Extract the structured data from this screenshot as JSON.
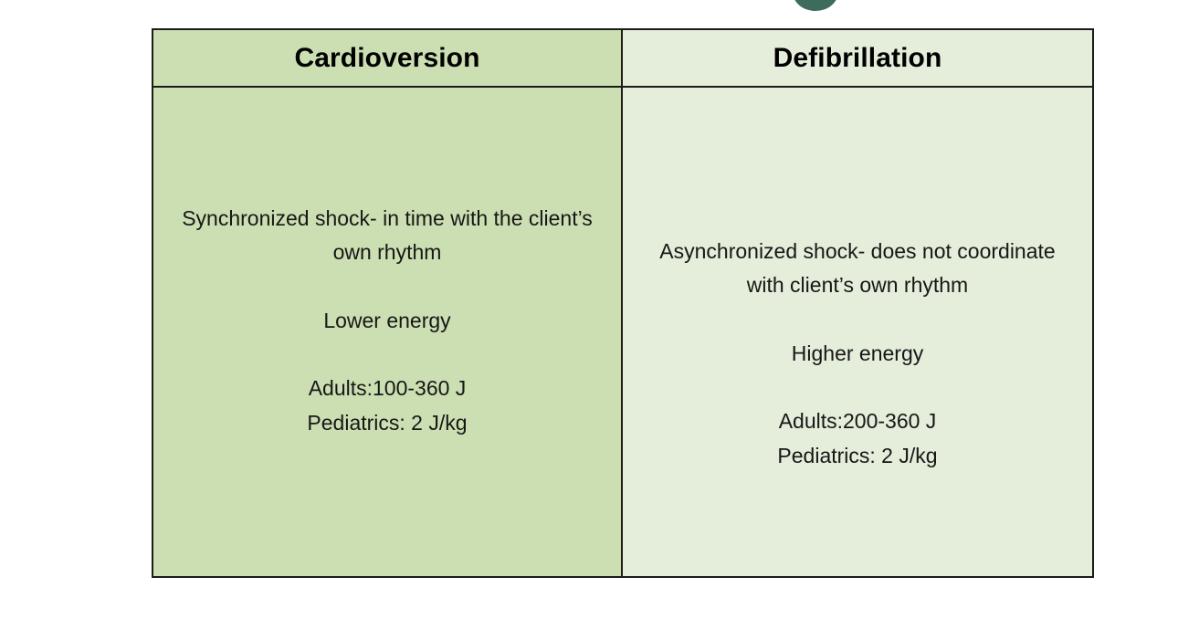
{
  "colors": {
    "cardioversion_fill": "#cbdfb2",
    "defibrillation_fill": "#e4eeda",
    "border": "#1c1c17",
    "text": "#171717",
    "arc_accent": "#3d6b5c",
    "page_background": "#ffffff"
  },
  "table": {
    "columns": [
      {
        "header": "Cardioversion",
        "lines": [
          "Synchronized shock- in time with the client’s own rhythm",
          "",
          "Lower energy",
          "",
          "Adults:100-360 J",
          "Pediatrics: 2 J/kg"
        ],
        "details": {
          "shock_type": "Synchronized shock- in time with the client’s own rhythm",
          "energy_level": "Lower energy",
          "adult_dose": "Adults:100-360 J",
          "pediatric_dose": "Pediatrics: 2 J/kg"
        }
      },
      {
        "header": "Defibrillation",
        "lines": [
          "Asynchronized shock- does not coordinate with client’s own rhythm",
          "",
          "Higher energy",
          "",
          "Adults:200-360 J",
          "Pediatrics: 2 J/kg"
        ],
        "details": {
          "shock_type": "Asynchronized shock- does not coordinate with client’s own rhythm",
          "energy_level": "Higher energy",
          "adult_dose": "Adults:200-360 J",
          "pediatric_dose": "Pediatrics: 2 J/kg"
        }
      }
    ]
  }
}
